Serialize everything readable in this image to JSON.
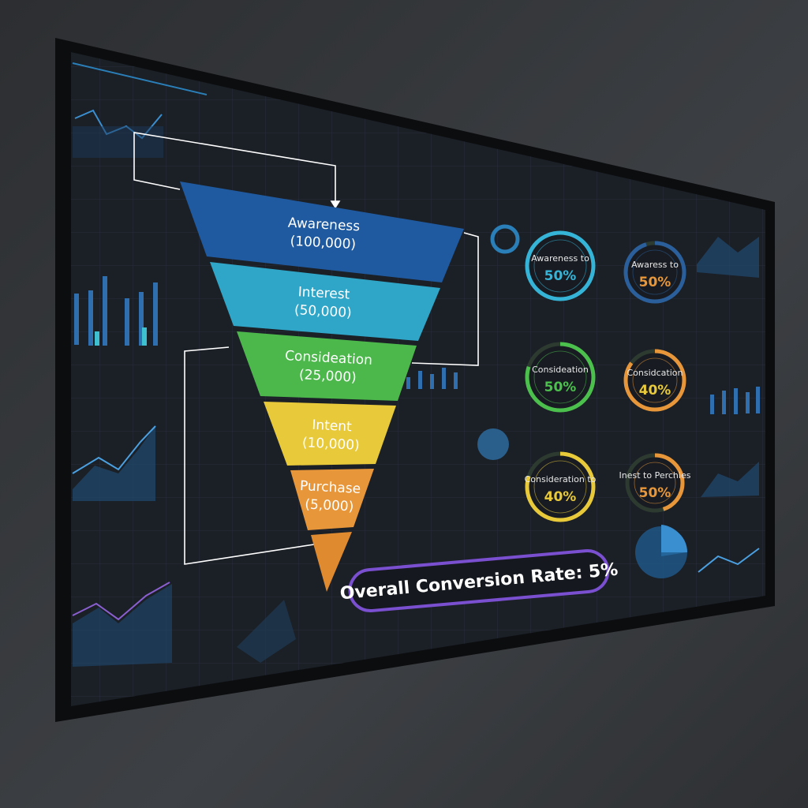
{
  "chart_data": {
    "type": "funnel",
    "stages": [
      {
        "label": "Awareness",
        "value": "(100,000)",
        "amount": 100000,
        "color": "#1f5aa0"
      },
      {
        "label": "Interest",
        "value": "(50,000)",
        "amount": 50000,
        "color": "#2fa6c8"
      },
      {
        "label": "Consideation",
        "value": "(25,000)",
        "amount": 25000,
        "color": "#4cb84c"
      },
      {
        "label": "Intent",
        "value": "(10,000)",
        "amount": 10000,
        "color": "#e8c93a"
      },
      {
        "label": "Purchase",
        "value": "(5,000)",
        "amount": 5000,
        "color": "#e8963a"
      }
    ]
  },
  "conversion_rings": [
    {
      "label": "Awareness to",
      "percent": "50%",
      "fill": 1.0,
      "color": "#35b4d8",
      "text_color": "#35b4d8"
    },
    {
      "label": "Awaress to",
      "percent": "50%",
      "fill": 0.95,
      "color": "#2a5f9c",
      "text_color": "#e8963a"
    },
    {
      "label": "Consideation",
      "percent": "50%",
      "fill": 0.8,
      "color": "#4cc04c",
      "text_color": "#4cc04c"
    },
    {
      "label": "Considcation",
      "percent": "40%",
      "fill": 0.85,
      "color": "#e8963a",
      "text_color": "#e8c93a"
    },
    {
      "label": "Consideration to",
      "percent": "40%",
      "fill": 0.8,
      "color": "#e8c93a",
      "text_color": "#e8c93a"
    },
    {
      "label": "Inest to Perchies",
      "percent": "50%",
      "fill": 0.45,
      "color": "#e8963a",
      "text_color": "#e8963a"
    }
  ],
  "summary": {
    "overall_label": "Overall Conversion Rate: 5%",
    "border_color": "#7a4fd0"
  },
  "colors": {
    "wall": "#3a3c40",
    "screen": "#1b1f26"
  }
}
